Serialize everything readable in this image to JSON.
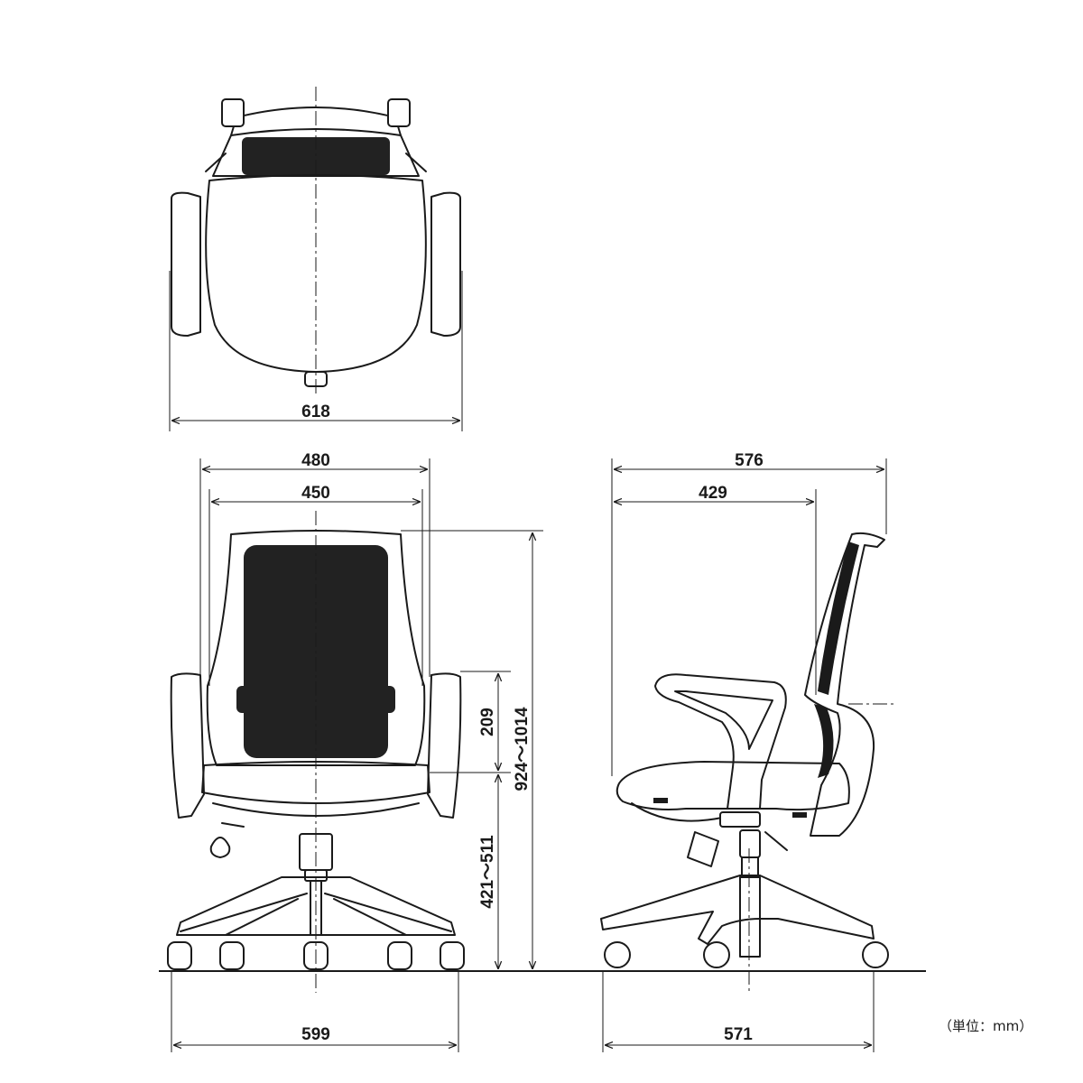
{
  "unit_label": "（単位：mm）",
  "dimensions": {
    "top_overall_width": "618",
    "front_arm_width": "480",
    "front_back_width": "450",
    "front_base_width": "599",
    "side_overall_depth": "576",
    "side_seat_depth": "429",
    "side_base_depth": "571",
    "seat_to_arm_height": "209",
    "overall_height": "924～1014",
    "seat_height": "421～511"
  },
  "views": [
    "top-view",
    "front-view",
    "side-view"
  ],
  "colors": {
    "line": "#1a1a1a",
    "background": "#ffffff"
  }
}
